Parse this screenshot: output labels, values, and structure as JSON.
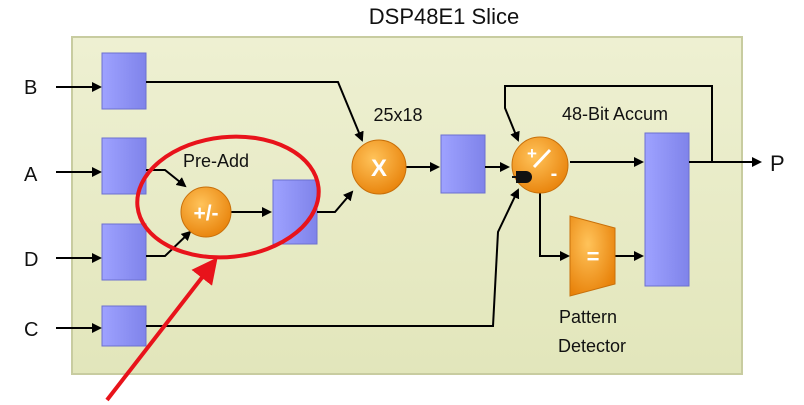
{
  "title": "DSP48E1 Slice",
  "inputs": [
    "B",
    "A",
    "D",
    "C"
  ],
  "output": "P",
  "labels": {
    "pre_add": "Pre-Add",
    "multiplier_width": "25x18",
    "accumulator": "48-Bit Accum",
    "pattern_detector_line1": "Pattern",
    "pattern_detector_line2": "Detector"
  },
  "operators": {
    "pre_adder": "+/-",
    "multiplier": "X",
    "alu_plus": "+",
    "alu_minus": "-",
    "pattern_equal": "="
  },
  "colors": {
    "slice_fill": "#e9ecc7",
    "register_fill": "#8f93f5",
    "operator_fill": "#f39a1d",
    "highlight": "#e8131b"
  }
}
